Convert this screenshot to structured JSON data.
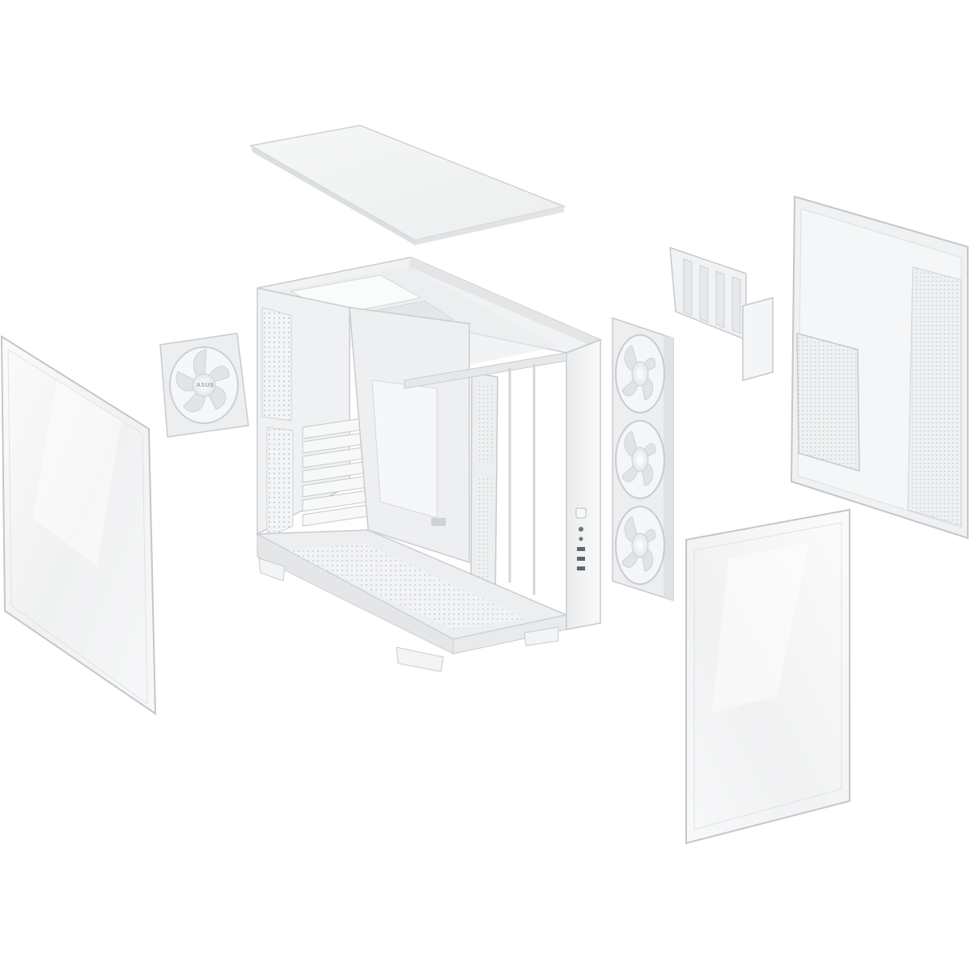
{
  "scene": {
    "subject": "exploded-view-pc-case",
    "background_color": "#ffffff",
    "body_color": "#f2f3f4",
    "edge_color": "#c9ccd0",
    "glass_tint": "#f5f6f7",
    "fan_brand": "ASUS",
    "front_io_ports": 5,
    "pcie_slots": 7,
    "side_fans": 3,
    "rear_fans": 1
  }
}
